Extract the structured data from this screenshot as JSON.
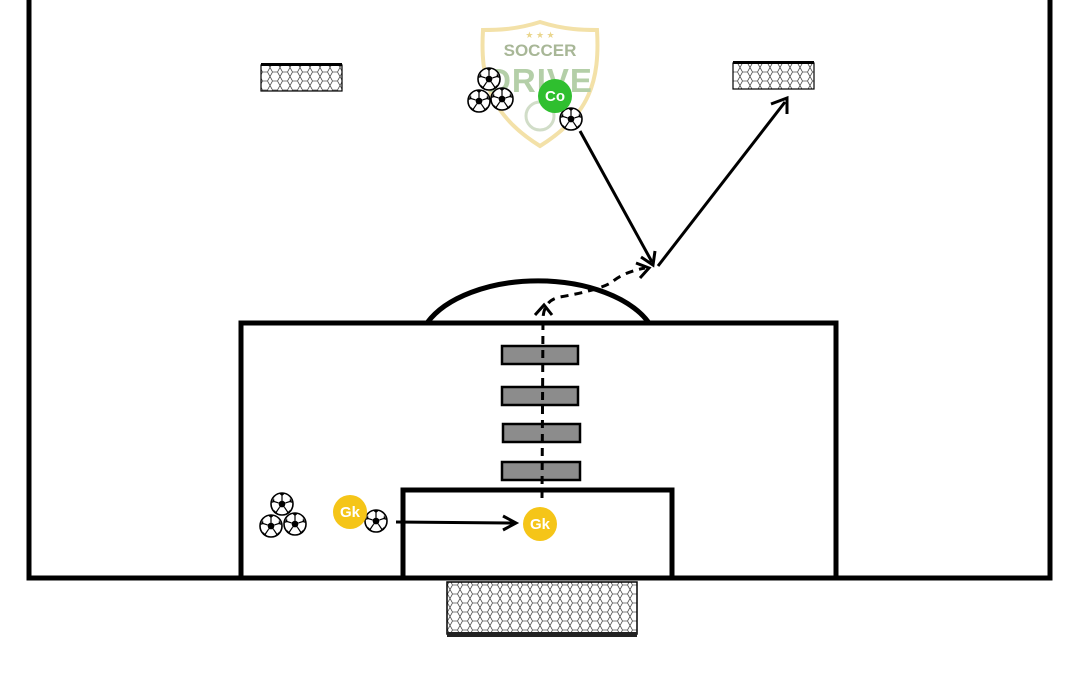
{
  "logo": {
    "top_text": "SOCCER",
    "bottom_text": "DRIVE",
    "colors": {
      "shield_border": "#f1dc9a",
      "top_text": "#9aab86",
      "bottom_text": "#a8c79a"
    }
  },
  "players": {
    "coach": {
      "label": "Co",
      "color": "#2fbf2f"
    },
    "goalkeeper_start": {
      "label": "Gk",
      "color": "#f5c518"
    },
    "goalkeeper_end": {
      "label": "Gk",
      "color": "#f5c518"
    }
  },
  "colors": {
    "lines": "#000000",
    "field": "#ffffff",
    "hurdles": "#8c8c8c"
  },
  "icons": {
    "ball": "soccer-ball-icon",
    "goal": "goal-net-icon",
    "hurdle": "hurdle-icon"
  },
  "arrows": [
    {
      "type": "pass",
      "style": "solid",
      "from": "gk-start",
      "to": "gk-end"
    },
    {
      "type": "movement",
      "style": "dashed",
      "from": "gk-end",
      "to": "top-of-arc"
    },
    {
      "type": "shot",
      "style": "solid",
      "from": "coach",
      "to": "top-of-arc"
    },
    {
      "type": "pass",
      "style": "solid",
      "from": "top-of-arc",
      "to": "right-mini-goal"
    }
  ]
}
